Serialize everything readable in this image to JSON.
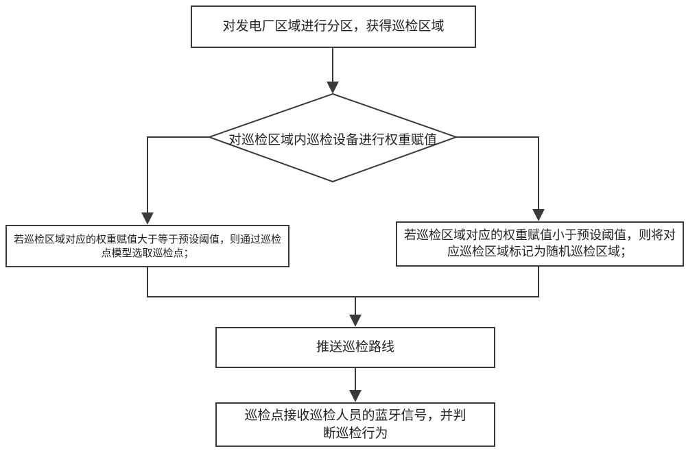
{
  "flowchart": {
    "nodes": {
      "start": "对发电厂区域进行分区，获得巡检区域",
      "decision": "对巡检区域内巡检设备进行权重赋值",
      "left": "若巡检区域对应的权重赋值大于等于预设阈值，则通过巡检点模型选取巡检点；",
      "right": "若巡检区域对应的权重赋值小于预设阈值，则将对应巡检区域标记为随机巡检区域；",
      "push": "推送巡检路线",
      "end": "巡检点接收巡检人员的蓝牙信号，并判断巡检行为"
    }
  },
  "colors": {
    "stroke": "#3a3a3a",
    "fill": "#ffffff",
    "text": "#222222"
  }
}
